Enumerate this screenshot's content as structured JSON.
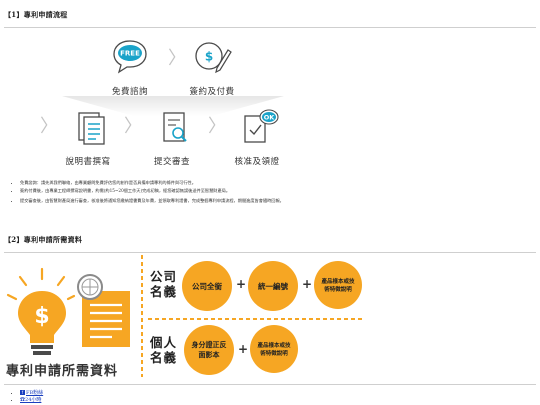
{
  "section1": {
    "title": "【1】專利申請流程"
  },
  "process": {
    "steps": [
      {
        "label": "免費諮詢",
        "badge": "FREE"
      },
      {
        "label": "簽約及付費"
      },
      {
        "label": "說明書撰寫"
      },
      {
        "label": "提交審查"
      },
      {
        "label": "核准及領證",
        "badge": "OK"
      }
    ]
  },
  "bullets": [
    "免費諮詢：請先與我們聯絡，由專業顧問免費評估您的創作是否具備申請專利的條件與可行性。",
    "簽約付費後，由專業工程師撰寫說明書，約需(約15~20個工作天)完成初稿，經您確認無誤後送件至智慧財產局。",
    "提交審查後，由智慧財產局進行審查，核准後將通知您繳納證書費及年費，並領取專利證書，完成整個專利申請流程，期間進度皆會隨時回報。"
  ],
  "section2": {
    "title": "【2】專利申請所需資料"
  },
  "figure": {
    "title": "專利申請所需資料",
    "company": {
      "label": "公司名義",
      "items": [
        "公司全銜",
        "統一編號",
        "產品樣本或技術特徵說明"
      ]
    },
    "personal": {
      "label": "個人名義",
      "items": [
        "身分證正反面影本",
        "產品樣本或技術特徵說明"
      ]
    },
    "colors": {
      "accent": "#f6a623",
      "bulb": "#f6a623",
      "panel": "#fce9b3"
    }
  },
  "links": [
    {
      "icon": "facebook-icon",
      "label": "FB粉絲"
    },
    {
      "icon": "phone-icon",
      "label": "24小時"
    }
  ]
}
